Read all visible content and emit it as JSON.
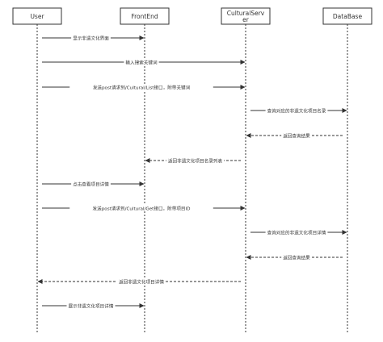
{
  "participants": [
    {
      "id": "user",
      "label": "User"
    },
    {
      "id": "frontend",
      "label": "FrontEnd"
    },
    {
      "id": "server",
      "label": "CulturalServ",
      "label_line2": "er"
    },
    {
      "id": "db",
      "label": "DataBase"
    }
  ],
  "messages": [
    {
      "from": "user",
      "to": "frontend",
      "label": "显示非遗文化界面",
      "style": "solid"
    },
    {
      "from": "user",
      "to": "server",
      "label": "输入搜索关键词",
      "style": "solid"
    },
    {
      "from": "user",
      "to": "server",
      "label": "发送post请求到/Cultural/List接口，附带关键词",
      "style": "solid"
    },
    {
      "from": "server",
      "to": "db",
      "label": "查询对应的非遗文化项目名录",
      "style": "solid"
    },
    {
      "from": "db",
      "to": "server",
      "label": "返回查询结果",
      "style": "dashed"
    },
    {
      "from": "server",
      "to": "frontend",
      "label": "返回非遗文化项目名录列表",
      "style": "dashed"
    },
    {
      "from": "user",
      "to": "frontend",
      "label": "点击查看项目详情",
      "style": "solid"
    },
    {
      "from": "user",
      "to": "server",
      "label": "发送post请求到/Cultural/Get接口，附带项目ID",
      "style": "solid"
    },
    {
      "from": "server",
      "to": "db",
      "label": "查询对应的非遗文化项目详情",
      "style": "solid"
    },
    {
      "from": "db",
      "to": "server",
      "label": "返回查询结果",
      "style": "dashed"
    },
    {
      "from": "server",
      "to": "user",
      "label": "返回非遗文化项目详情",
      "style": "dashed"
    },
    {
      "from": "user",
      "to": "frontend",
      "label": "展示非遗文化项目详情",
      "style": "solid"
    }
  ],
  "colors": {
    "line": "#333333",
    "box_border": "#333333",
    "box_fill": "#ffffff",
    "text": "#333333"
  }
}
